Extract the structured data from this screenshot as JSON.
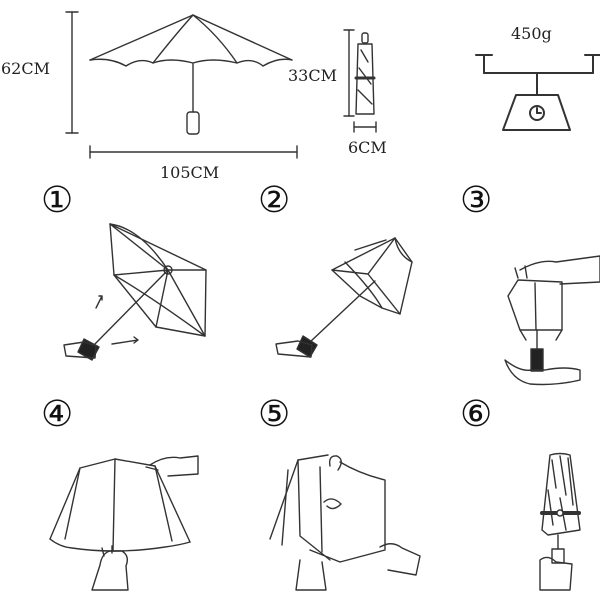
{
  "dimensions": {
    "height_label": "62CM",
    "length_label": "105CM",
    "folded_length_label": "33CM",
    "folded_width_label": "6CM",
    "weight_label": "450g"
  },
  "steps": [
    {
      "number": "①"
    },
    {
      "number": "②"
    },
    {
      "number": "③"
    },
    {
      "number": "④"
    },
    {
      "number": "⑤"
    },
    {
      "number": "⑥"
    }
  ]
}
